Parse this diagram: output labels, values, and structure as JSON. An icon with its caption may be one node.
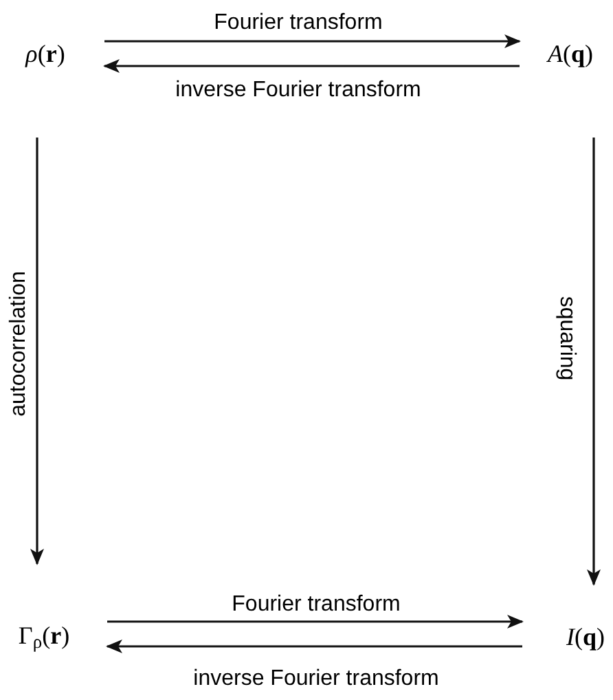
{
  "diagram": {
    "nodes": [
      {
        "text": [
          "*ρ*(**r**)"
        ]
      },
      {
        "text": [
          "*A*(**q**)"
        ]
      },
      {
        "text": [
          "Γ$_{ρ}$(**r**)"
        ]
      },
      {
        "text": [
          "*I*(**q**)"
        ]
      }
    ],
    "edges": [
      {
        "from": 0,
        "to": 1,
        "arrow": "to",
        "label": "Fourier transform"
      },
      {
        "from": 1,
        "to": 0,
        "arrow": "to",
        "label": "inverse Fourier transform"
      },
      {
        "from": 0,
        "to": 2,
        "arrow": "to",
        "label": "autocorrelation"
      },
      {
        "from": 1,
        "to": 3,
        "arrow": "to",
        "label": "squaring"
      },
      {
        "from": 2,
        "to": 3,
        "arrow": "to",
        "label": "Fourier transform"
      },
      {
        "from": 3,
        "to": 2,
        "arrow": "to",
        "label": "inverse Fourier transform"
      }
    ]
  }
}
